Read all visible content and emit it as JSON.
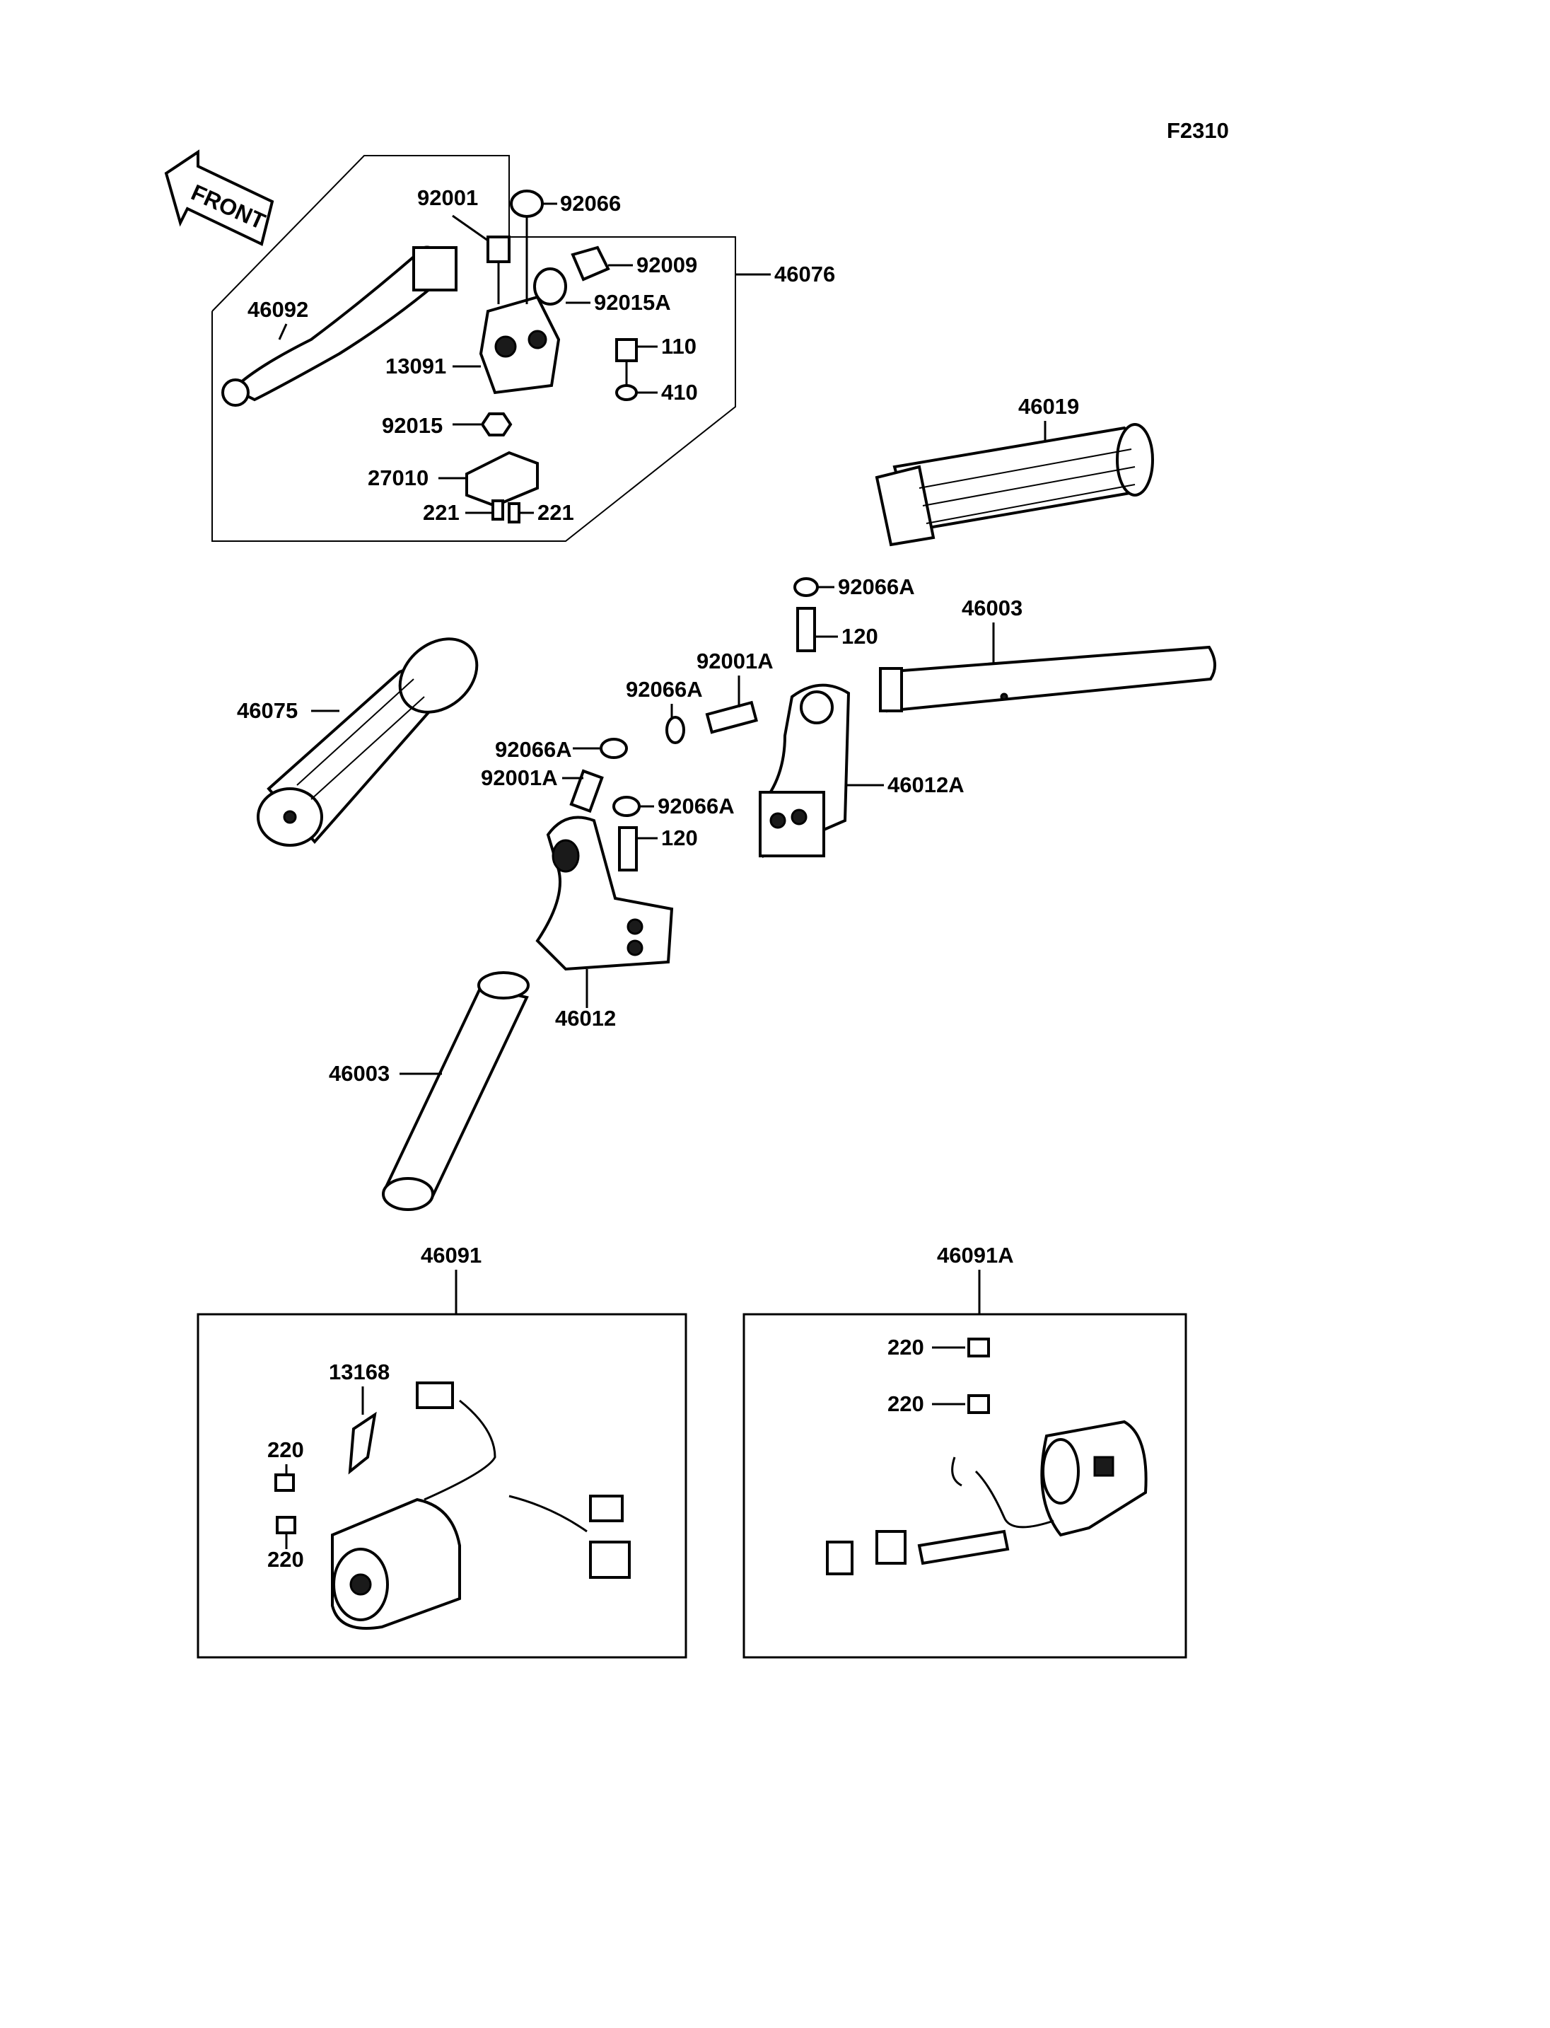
{
  "diagram_code": "F2310",
  "front_label": "FRONT",
  "parts": {
    "p92001": "92001",
    "p92066": "92066",
    "p92009": "92009",
    "p46076": "46076",
    "p92015A": "92015A",
    "p46092": "46092",
    "p110": "110",
    "p13091": "13091",
    "p410": "410",
    "p92015": "92015",
    "p27010": "27010",
    "p221a": "221",
    "p221b": "221",
    "p46019": "46019",
    "p92066A_top": "92066A",
    "p46003_right": "46003",
    "p120_top": "120",
    "p92001A_right": "92001A",
    "p92066A_mid": "92066A",
    "p46075": "46075",
    "p92066A_left": "92066A",
    "p92001A_left": "92001A",
    "p46012A": "46012A",
    "p92066A_low": "92066A",
    "p120_low": "120",
    "p46012": "46012",
    "p46003_left": "46003",
    "p46091": "46091",
    "p46091A": "46091A",
    "p13168": "13168",
    "p220_a": "220",
    "p220_b": "220",
    "p220_c": "220",
    "p220_d": "220"
  }
}
